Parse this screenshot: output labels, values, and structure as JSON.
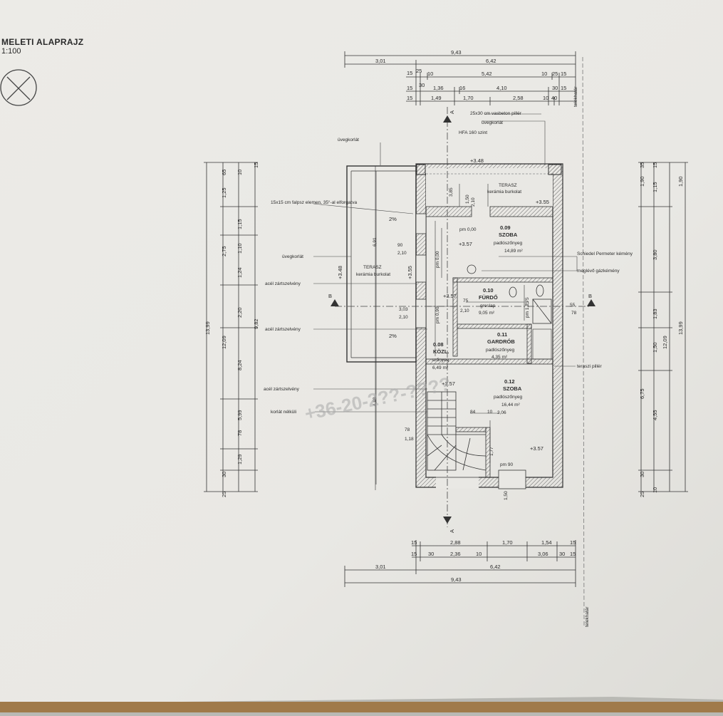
{
  "header": {
    "title": "MELETI ALAPRAJZ",
    "scale": "1:100"
  },
  "watermark": "+36-20-2??-????",
  "rooms": [
    {
      "id": "0.09",
      "name": "SZOBA",
      "floor": "padlószőnyeg",
      "area": "14,89 m²"
    },
    {
      "id": "0.10",
      "name": "FÜRDŐ",
      "floor": "greslap",
      "area": "9,05 m²"
    },
    {
      "id": "0.11",
      "name": "GARDRÓB",
      "floor": "padlószőnyeg",
      "area": "4,35 m²"
    },
    {
      "id": "0.08",
      "name": "KÖZL.",
      "floor": "szőnyeg",
      "area": "6,49 m²"
    },
    {
      "id": "0.12",
      "name": "SZOBA",
      "floor": "padlószőnyeg",
      "area": "16,44 m²"
    }
  ],
  "terraces": [
    {
      "name": "TERASZ",
      "note": "kerámia burkolat"
    },
    {
      "name": "TERASZ",
      "note": "kerámia burkolat"
    }
  ],
  "annotations": {
    "pillar": "25x30 cm vasbeton pillér",
    "glass_rail_top": "üvegkorlát",
    "glass_rail_left": "üvegkorlát",
    "glass_rail_mid": "üvegkorlát",
    "hfa": "HFA 160 szint",
    "beam": "15x15 cm falpsz elemen, 35°-al elforgatva",
    "steel1": "acél zártszelvény",
    "steel2": "acél zártszelvény",
    "steel3": "acél zártszelvény",
    "railing": "korlát nélküli",
    "chimney": "Schiedel Permeter kémény",
    "boiler": "meglévő gázkémény",
    "terrace_pillar": "teraszi pillér",
    "slope1": "2%",
    "slope2": "2%",
    "lot_line": "telekhatár"
  },
  "levels": [
    "+3.48",
    "+3.55",
    "+3.57",
    "+3.57",
    "+3.57",
    "+3.57",
    "+3.48",
    "+3.55"
  ],
  "section_marks": {
    "a": "A",
    "b": "B"
  },
  "dims_top": {
    "row1": [
      "9,43"
    ],
    "row2": [
      "3,01",
      "6,42"
    ],
    "row3": [
      "15",
      "25",
      "10",
      "5,42",
      "10",
      "25",
      "15"
    ],
    "row4": [
      "15",
      "30",
      "1,36",
      "16",
      "4,10",
      "30",
      "15"
    ],
    "row5": [
      "15",
      "1,49",
      "1,70",
      "2,58",
      "10",
      "40"
    ]
  },
  "dims_bottom": {
    "row1": [
      "15",
      "2,88",
      "1,70",
      "1,54",
      "15"
    ],
    "row2": [
      "15",
      "30",
      "2,36",
      "10",
      "3,06",
      "30",
      "15"
    ],
    "row3": [
      "3,01",
      "6,42"
    ],
    "row4": [
      "9,43"
    ]
  },
  "dims_left": [
    "13,99",
    "12,09",
    "9,82",
    "8,24",
    "5,99",
    "2,20",
    "1,24",
    "1,10",
    "2,75",
    "1,15",
    "1,25",
    "1,29",
    "78",
    "30",
    "25",
    "65",
    "10",
    "15"
  ],
  "dims_right": [
    "13,99",
    "12,09",
    "6,75",
    "4,55",
    "3,80",
    "1,90",
    "1,83",
    "1,50",
    "1,15",
    "1,90",
    "30",
    "25",
    "10",
    "15",
    "35"
  ],
  "inner_dims": [
    "3,85",
    "2,10",
    "1,50",
    "90",
    "2,10",
    "1,75",
    "3,03",
    "2,10",
    "75",
    "2,10",
    "55",
    "78",
    "84",
    "10",
    "3,06",
    "1,77",
    "1,50",
    "1,18",
    "78",
    "6,91",
    "4,98"
  ],
  "misc": [
    "pm 0,00",
    "pm 0,00",
    "pm 90",
    "pm 1,75",
    "pm 0,90"
  ]
}
